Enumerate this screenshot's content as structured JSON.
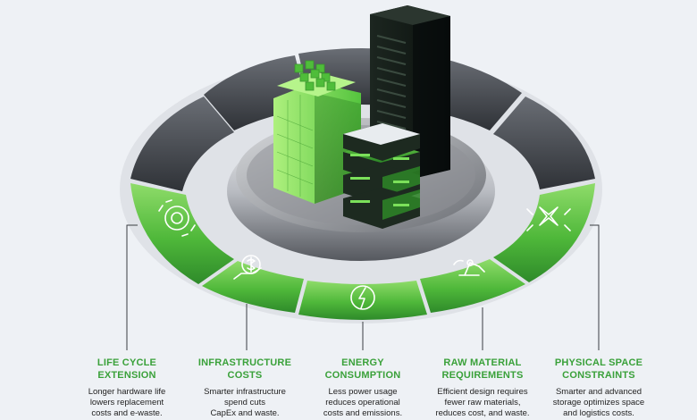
{
  "segments": [
    {
      "name": "life-cycle",
      "icon": "recycle-gear-icon",
      "title": "LIFE CYCLE\nEXTENSION",
      "desc": "Longer hardware life\nlowers replacement\ncosts and e-waste."
    },
    {
      "name": "infrastructure",
      "icon": "dollar-hand-icon",
      "title": "INFRASTRUCTURE\nCOSTS",
      "desc": "Smarter infrastructure\nspend cuts\nCapEx and waste."
    },
    {
      "name": "energy",
      "icon": "energy-bolt-icon",
      "title": "ENERGY\nCONSUMPTION",
      "desc": "Less power usage\nreduces operational\ncosts and emissions."
    },
    {
      "name": "raw-material",
      "icon": "robot-arm-icon",
      "title": "RAW MATERIAL\nREQUIREMENTS",
      "desc": "Efficient design requires\nfewer raw materials,\nreduces cost, and waste."
    },
    {
      "name": "physical-space",
      "icon": "compress-arrows-icon",
      "title": "PHYSICAL SPACE\nCONSTRAINTS",
      "desc": "Smarter and advanced\nstorage optimizes space\nand logistics costs."
    }
  ],
  "colors": {
    "green_light": "#8fdc6a",
    "green": "#4fb83a",
    "green_dark": "#2e8a2a",
    "gray_top": "#5d6168",
    "gray_bottom": "#33363b",
    "title_green": "#3aa13a",
    "background": "#eef1f5"
  }
}
